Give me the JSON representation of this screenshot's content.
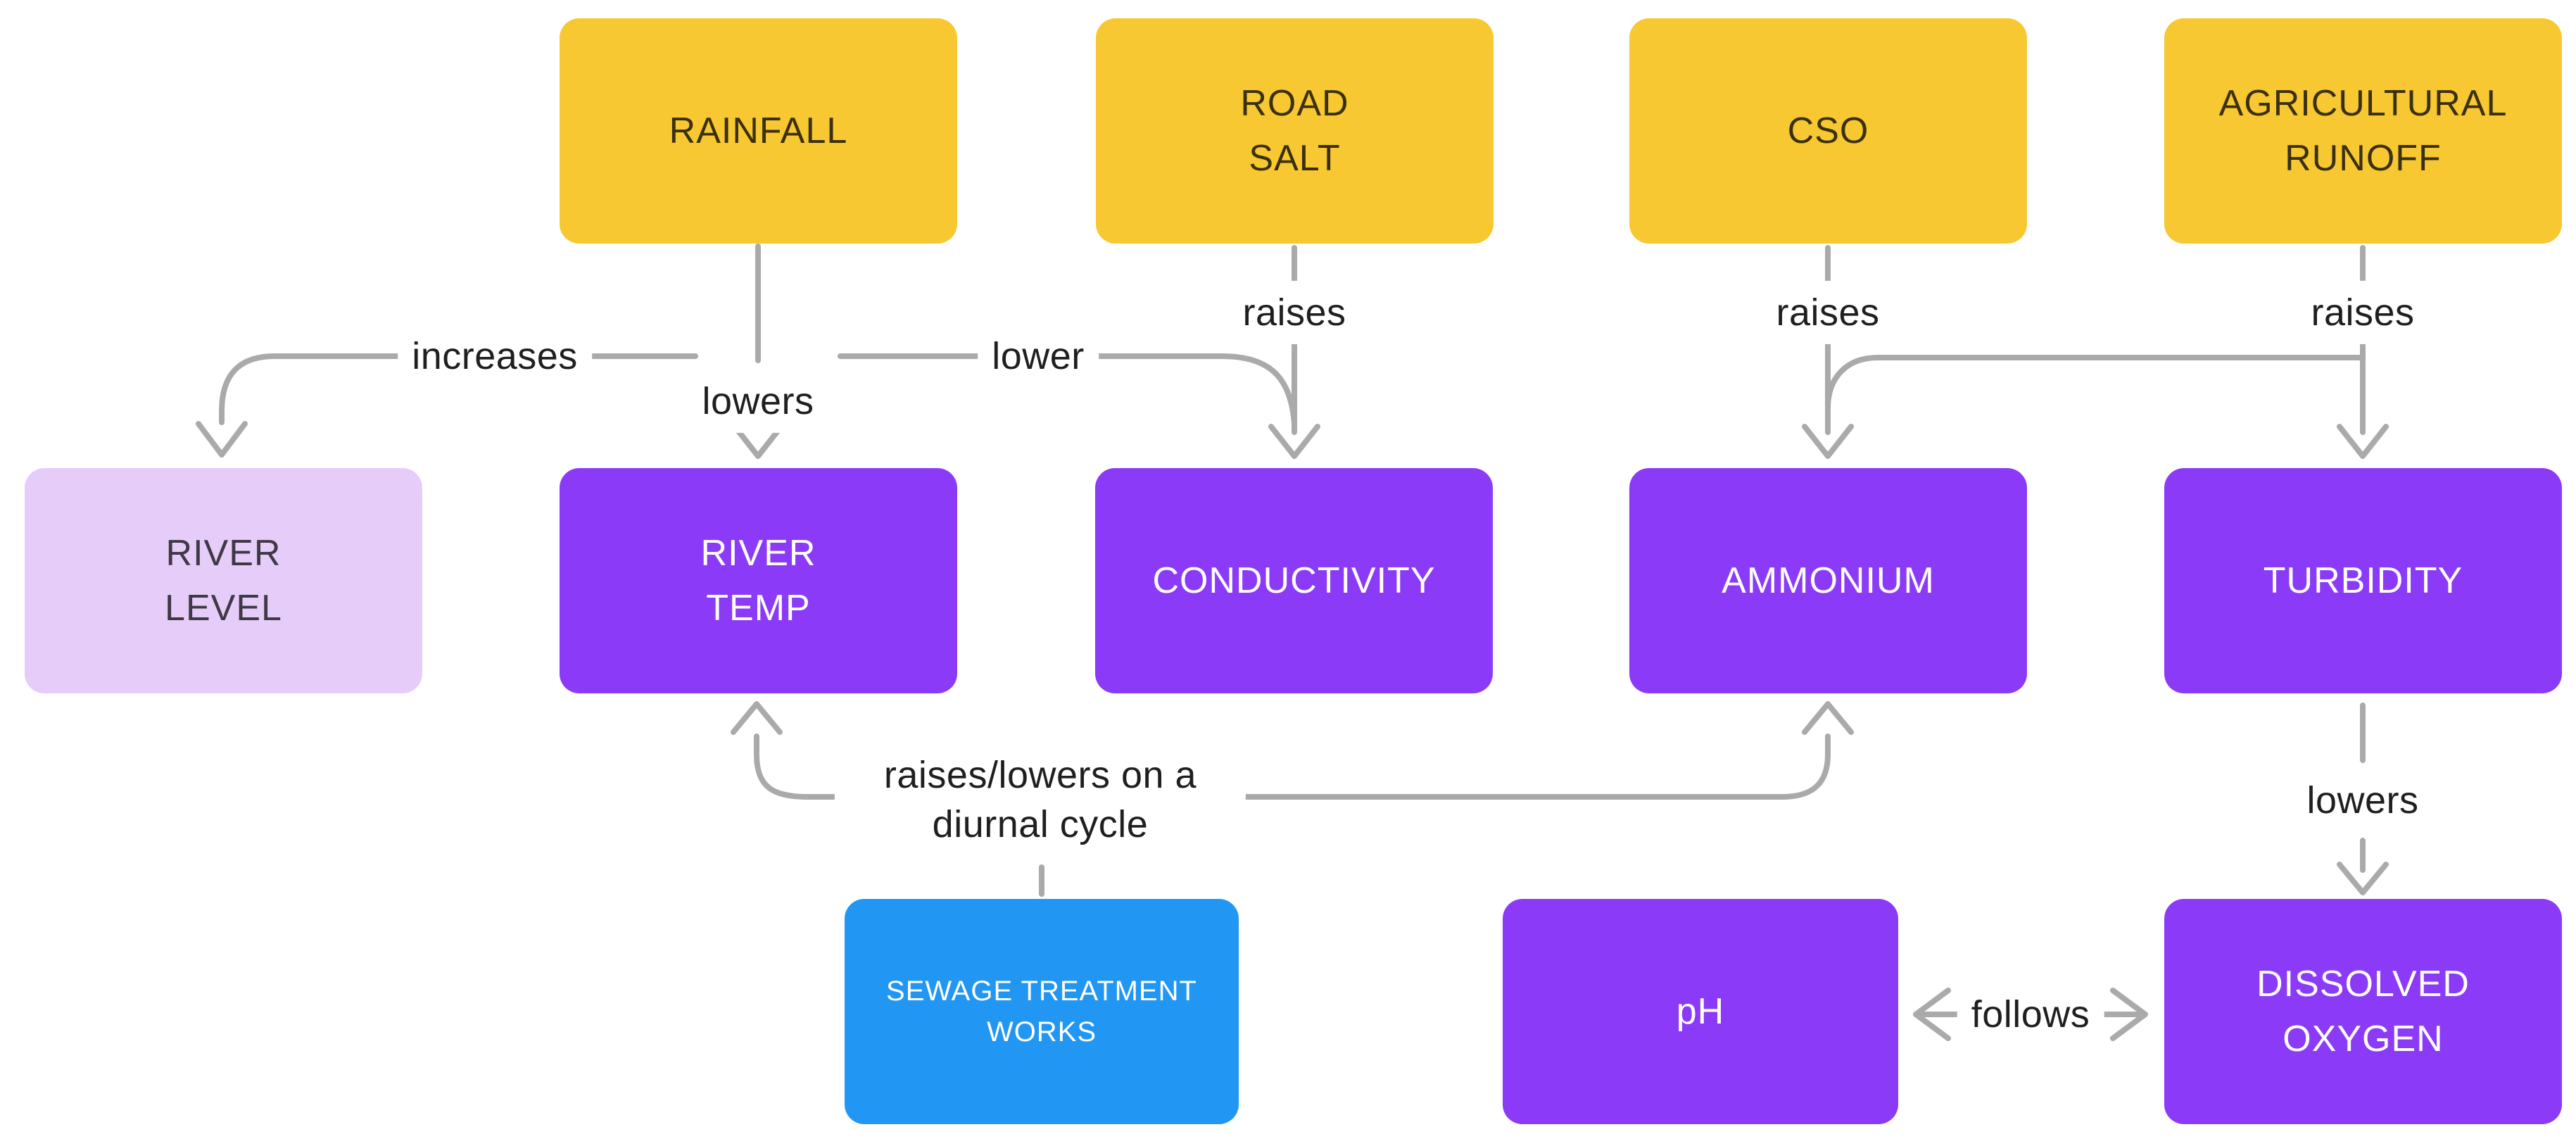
{
  "colors": {
    "source_fill": "#F7C832",
    "metric_fill": "#8B3BF7",
    "river_level_fill": "#E6CDF9",
    "sewage_fill": "#2196F3",
    "connector_gray": "#AAAAAA",
    "edge_label_text": "#1F1F1F",
    "source_text": "#3A300E",
    "metric_text": "#FFFFFF"
  },
  "nodes": {
    "rainfall": {
      "label": "RAINFALL"
    },
    "road_salt": {
      "label": "ROAD\nSALT"
    },
    "cso": {
      "label": "CSO"
    },
    "agricultural_runoff": {
      "label": "AGRICULTURAL\nRUNOFF"
    },
    "river_level": {
      "label": "RIVER\nLEVEL"
    },
    "river_temp": {
      "label": "RIVER\nTEMP"
    },
    "conductivity": {
      "label": "CONDUCTIVITY"
    },
    "ammonium": {
      "label": "AMMONIUM"
    },
    "turbidity": {
      "label": "TURBIDITY"
    },
    "sewage_treatment_works": {
      "label": "SEWAGE TREATMENT\nWORKS"
    },
    "ph": {
      "label": "pH"
    },
    "dissolved_oxygen": {
      "label": "DISSOLVED\nOXYGEN"
    }
  },
  "edge_labels": {
    "increases": "increases",
    "lowers_rainfall": "lowers",
    "lower": "lower",
    "raises_road_salt": "raises",
    "raises_cso": "raises",
    "raises_agricultural_runoff": "raises",
    "diurnal": "raises/lowers on a\ndiurnal cycle",
    "lowers_turbidity": "lowers",
    "follows": "follows"
  }
}
